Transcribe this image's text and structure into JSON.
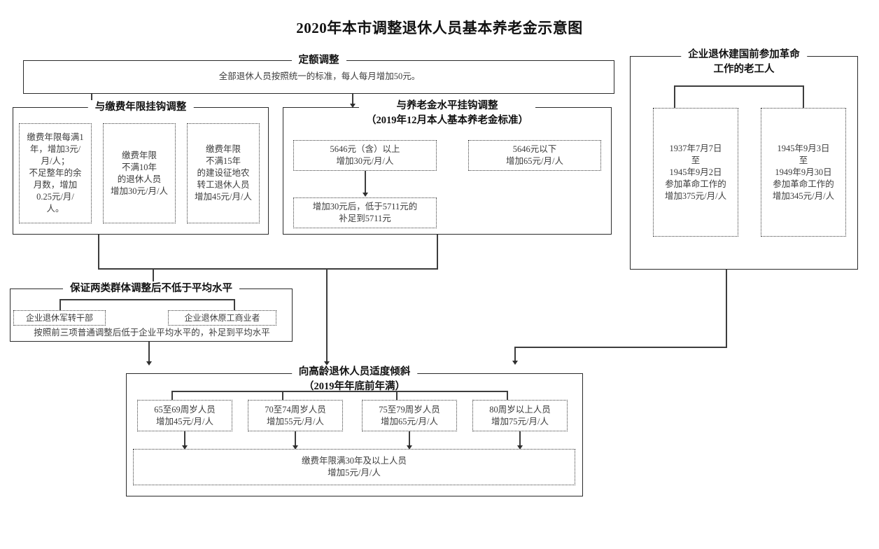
{
  "title": "2020年本市调整退休人员基本养老金示意图",
  "fixed_adjustment": {
    "legend": "定额调整",
    "body": "全部退休人员按照统一的标准，每人每月增加50元。"
  },
  "years_linked": {
    "legend": "与缴费年限挂钩调整",
    "items": [
      "缴费年限每满1年，增加3元/月/人；不足整年的余月数，增加0.25元/月/人。",
      "缴费年限不满10年的退休人员增加30元/月/人",
      "缴费年限不满15年的建设征地农转工退休人员增加45元/月/人"
    ]
  },
  "pension_linked": {
    "legend_line1": "与养老金水平挂钩调整",
    "legend_line2": "（2019年12月本人基本养老金标准）",
    "high": "5646元（含）以上增加30元/月/人",
    "low": "5646元以下增加65元/月/人",
    "supplement": "增加30元后，低于5711元的补足到5711元"
  },
  "old_workers": {
    "legend_line1": "企业退休建国前参加革命",
    "legend_line2": "工作的老工人",
    "items": [
      "1937年7月7日至1945年9月2日参加革命工作的增加375元/月/人",
      "1945年9月3日至1949年9月30日参加革命工作的增加345元/月/人"
    ]
  },
  "two_groups": {
    "legend": "保证两类群体调整后不低于平均水平",
    "items": [
      "企业退休军转干部",
      "企业退休原工商业者"
    ],
    "note": "按照前三项普通调整后低于企业平均水平的，补足到平均水平"
  },
  "elderly": {
    "legend_line1": "向高龄退休人员适度倾斜",
    "legend_line2": "（2019年年底前年满）",
    "items": [
      "65至69周岁人员增加45元/月/人",
      "70至74周岁人员增加55元/月/人",
      "75至79周岁人员增加65元/月/人",
      "80周岁以上人员增加75元/月/人"
    ],
    "footer": "缴费年限满30年及以上人员增加5元/月/人"
  },
  "lines": {
    "years_item1_l1": "缴费年限每满1",
    "years_item1_l2": "年，增加3元/",
    "years_item1_l3": "月/人；",
    "years_item1_l4": "不足整年的余",
    "years_item1_l5": "月数，增加",
    "years_item1_l6": "0.25元/月/",
    "years_item1_l7": "人。",
    "years_item2_l1": "缴费年限",
    "years_item2_l2": "不满10年",
    "years_item2_l3": "的退休人员",
    "years_item2_l4": "增加30元/月/人",
    "years_item3_l1": "缴费年限",
    "years_item3_l2": "不满15年",
    "years_item3_l3": "的建设征地农",
    "years_item3_l4": "转工退休人员",
    "years_item3_l5": "增加45元/月/人",
    "high_l1": "5646元（含）以上",
    "high_l2": "增加30元/月/人",
    "low_l1": "5646元以下",
    "low_l2": "增加65元/月/人",
    "supp_l1": "增加30元后，低于5711元的",
    "supp_l2": "补足到5711元",
    "old1_l1": "1937年7月7日",
    "old1_l2": "至",
    "old1_l3": "1945年9月2日",
    "old1_l4": "参加革命工作的",
    "old1_l5": "增加375元/月/人",
    "old2_l1": "1945年9月3日",
    "old2_l2": "至",
    "old2_l3": "1949年9月30日",
    "old2_l4": "参加革命工作的",
    "old2_l5": "增加345元/月/人",
    "eld1_l1": "65至69周岁人员",
    "eld1_l2": "增加45元/月/人",
    "eld2_l1": "70至74周岁人员",
    "eld2_l2": "增加55元/月/人",
    "eld3_l1": "75至79周岁人员",
    "eld3_l2": "增加65元/月/人",
    "eld4_l1": "80周岁以上人员",
    "eld4_l2": "增加75元/月/人",
    "eldf_l1": "缴费年限满30年及以上人员",
    "eldf_l2": "增加5元/月/人"
  },
  "colors": {
    "stroke": "#2a2a2a",
    "dotted": "#3a3a3a",
    "text": "#3c3c3c",
    "title": "#111111",
    "background": "#ffffff"
  }
}
